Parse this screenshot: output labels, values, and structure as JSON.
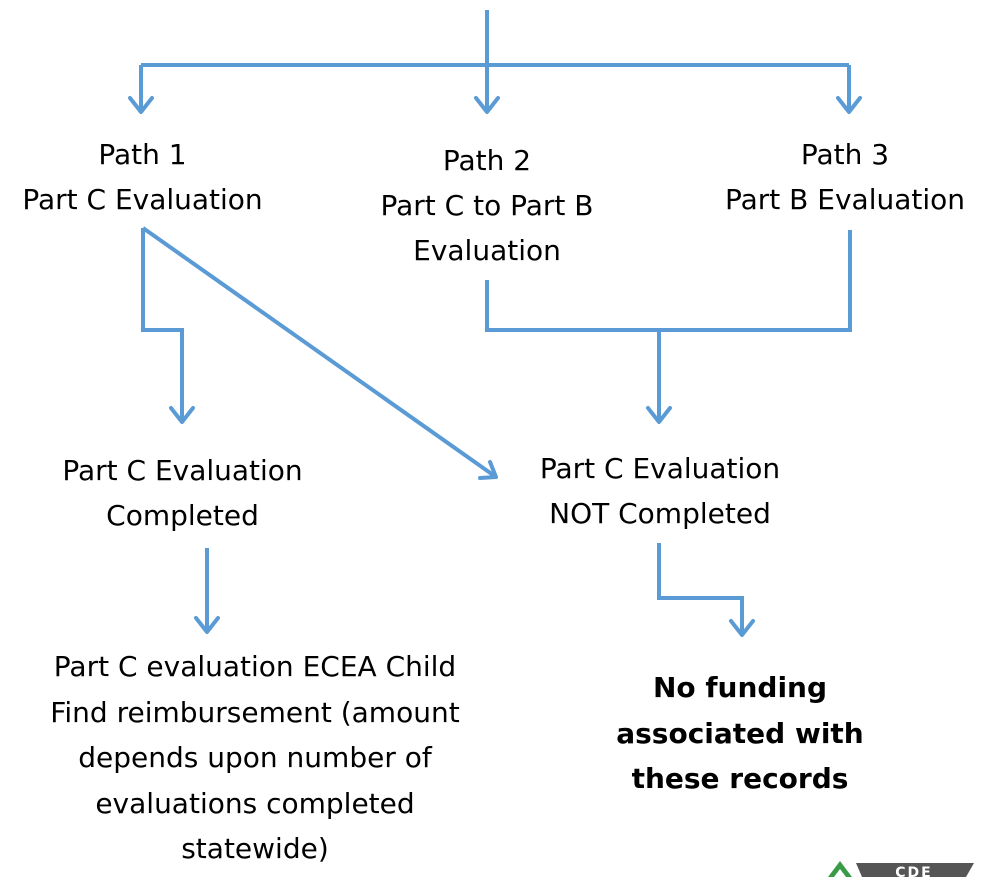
{
  "nodes": {
    "path1": {
      "line1": "Path 1",
      "line2": "Part C Evaluation"
    },
    "path2": {
      "line1": "Path 2",
      "line2": "Part C to Part B",
      "line3": "Evaluation"
    },
    "path3": {
      "line1": "Path 3",
      "line2": "Part B Evaluation"
    },
    "c_completed": {
      "line1": "Part C Evaluation",
      "line2": "Completed"
    },
    "c_not_completed": {
      "line1": "Part C Evaluation",
      "line2": "NOT Completed"
    },
    "reimbursement": {
      "line1": "Part C evaluation ECEA Child",
      "line2": "Find reimbursement (amount",
      "line3": "depends upon number of",
      "line4": "evaluations completed",
      "line5": "statewide)"
    },
    "no_funding": {
      "line1": "No funding",
      "line2": "associated with",
      "line3": "these records"
    }
  },
  "logo": {
    "text": "CDE"
  },
  "colors": {
    "arrow": "#5b9bd5",
    "text": "#000000",
    "logo_green": "#3a9b47",
    "logo_dark": "#555555"
  }
}
